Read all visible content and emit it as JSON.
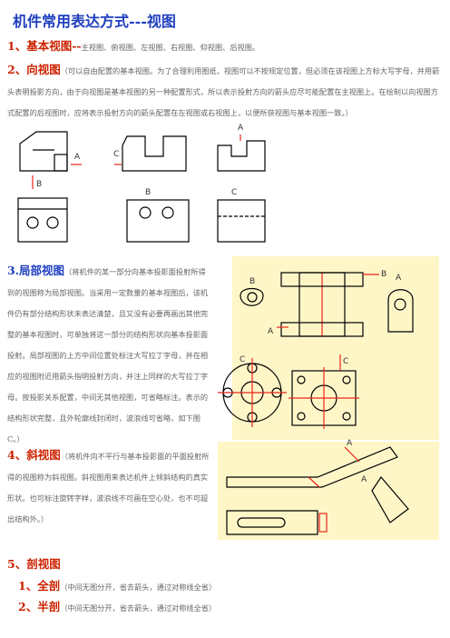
{
  "title": "机件常用表达方式---视图",
  "s1": {
    "num": "1、",
    "head": "基本视图--",
    "text": "主视图、俯视图、左视图、右视图、仰视图、后视图。"
  },
  "s2": {
    "num": "2、",
    "head": "向视图",
    "text": "（可以自由配置的基本视图。为了合理利用图纸，视图可以不按规定位置，但必须在该视图上方标大写字母，并用箭头表明投影方向，由于向视图是基本视图的另一种配置形式，所以表示投射方向的箭头应尽可能配置在主视图上。在绘制以向视图方式配置的后视图时，应将表示投射方向的箭头配置在左视图或右视图上，以便所获视图与基本视图一致。）"
  },
  "s3": {
    "head": "3.局部视图",
    "text": "（将机件的某一部分向基本投影面投射所得到的视图称为局部视图。当采用一定数量的基本视图后，该机件仍有部分结构形状未表达清楚，且又没有必要再画出其他完整的基本视图时，可单独将这一部分的结构形状向基本投影面投射。局部视图的上方中间位置处标注大写拉丁字母，并在相应的视图附近用箭头指明投射方向，并注上同样的大写拉丁字母。按投影关系配置，中间无其他视图，可省略标注。表示的结构形状完整，且外轮廓线封闭时，波浪线可省略，如下图 C。）"
  },
  "s4": {
    "num": "4、",
    "head": "斜视图",
    "text": "（将机件向不平行与基本投影面的平面投射所得的视图称为斜视图。斜视图用来表达机件上倾斜结构的真实形状。也可标注旋转字样，波浪线不可画在空心处，也不可超出结构外。）"
  },
  "s5": {
    "num": "5、",
    "head": "剖视图"
  },
  "s5_1": {
    "head": "1、全剖",
    "text": "（中间无图分开，省去箭头，通过对称线全省）"
  },
  "s5_2": {
    "head": "2、半剖",
    "text": "（中间无图分开，省去箭头，通过对称线全省）"
  },
  "labels": {
    "A": "A",
    "B": "B",
    "C": "C"
  }
}
